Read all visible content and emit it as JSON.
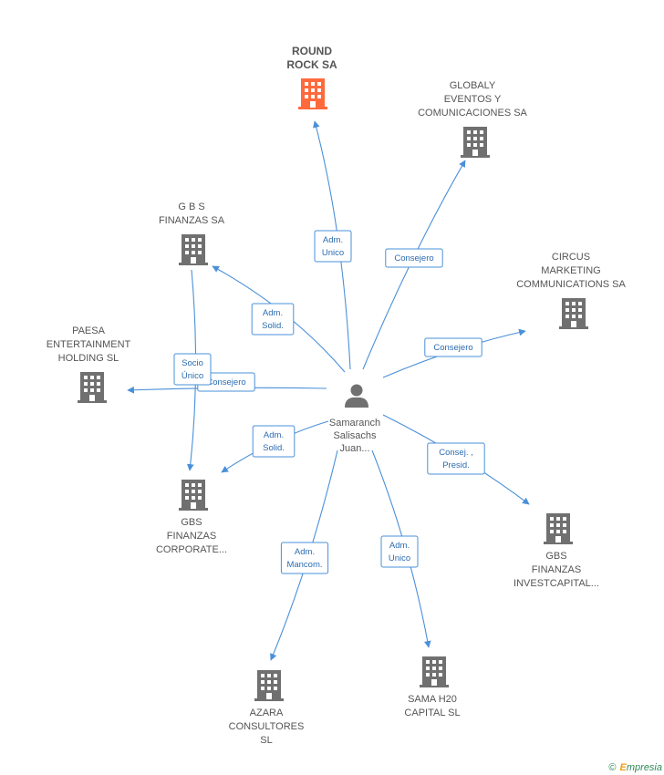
{
  "colors": {
    "edge": "#4a90d9",
    "company": "#707070",
    "highlight": "#ff6a3d",
    "person": "#707070"
  },
  "center": {
    "name_lines": [
      "Samaranch",
      "Salisachs",
      "Juan..."
    ],
    "icon": "person-icon"
  },
  "companies": [
    {
      "id": "round-rock",
      "lines": [
        "ROUND",
        "ROCK SA"
      ],
      "highlight": true
    },
    {
      "id": "globaly",
      "lines": [
        "GLOBALY",
        "EVENTOS Y",
        "COMUNICACIONES SA"
      ]
    },
    {
      "id": "gbs-finanzas",
      "lines": [
        "G B S",
        "FINANZAS SA"
      ]
    },
    {
      "id": "circus",
      "lines": [
        "CIRCUS",
        "MARKETING",
        "COMMUNICATIONS SA"
      ]
    },
    {
      "id": "paesa",
      "lines": [
        "PAESA",
        "ENTERTAINMENT",
        "HOLDING  SL"
      ]
    },
    {
      "id": "gbs-corporate",
      "lines": [
        "GBS",
        "FINANZAS",
        "CORPORATE..."
      ]
    },
    {
      "id": "gbs-investcapital",
      "lines": [
        "GBS",
        "FINANZAS",
        "INVESTCAPITAL..."
      ]
    },
    {
      "id": "azara",
      "lines": [
        "AZARA",
        "CONSULTORES",
        "SL"
      ]
    },
    {
      "id": "sama",
      "lines": [
        "SAMA H20",
        "CAPITAL  SL"
      ]
    }
  ],
  "edges": [
    {
      "target": "round-rock",
      "lines": [
        "Adm.",
        "Unico"
      ]
    },
    {
      "target": "globaly",
      "lines": [
        "Consejero"
      ]
    },
    {
      "target": "gbs-finanzas",
      "lines": [
        "Adm.",
        "Solid."
      ]
    },
    {
      "target": "circus",
      "lines": [
        "Consejero"
      ]
    },
    {
      "target": "paesa",
      "lines": [
        "Consejero"
      ]
    },
    {
      "target": "gbs-corporate",
      "lines": [
        "Adm.",
        "Solid."
      ]
    },
    {
      "target": "gbs-investcapital",
      "lines": [
        "Consej. ,",
        "Presid."
      ]
    },
    {
      "target": "azara",
      "lines": [
        "Adm.",
        "Mancom."
      ]
    },
    {
      "target": "sama",
      "lines": [
        "Adm.",
        "Unico"
      ]
    },
    {
      "source": "gbs-finanzas",
      "target": "gbs-corporate",
      "lines": [
        "Socio",
        "Único"
      ]
    }
  ],
  "brand": {
    "copyright": "©",
    "name": "mpresia",
    "initial": "E"
  }
}
